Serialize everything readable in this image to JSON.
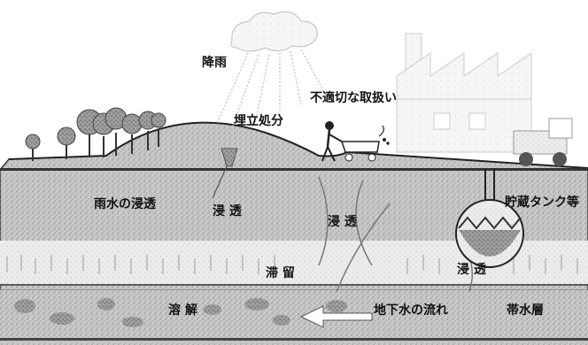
{
  "labels": {
    "rain": "降雨",
    "improper_handling": "不適切な取扱い",
    "landfill": "埋立処分",
    "rainwater_infiltration": "雨水の浸透",
    "infiltration_1": "浸 透",
    "infiltration_2": "浸 透",
    "infiltration_3": "浸 透",
    "storage_tank": "貯蔵タンク等",
    "retention": "滞 留",
    "dissolution": "溶 解",
    "groundwater_flow": "地下水の流れ",
    "aquifer": "帯水層"
  }
}
